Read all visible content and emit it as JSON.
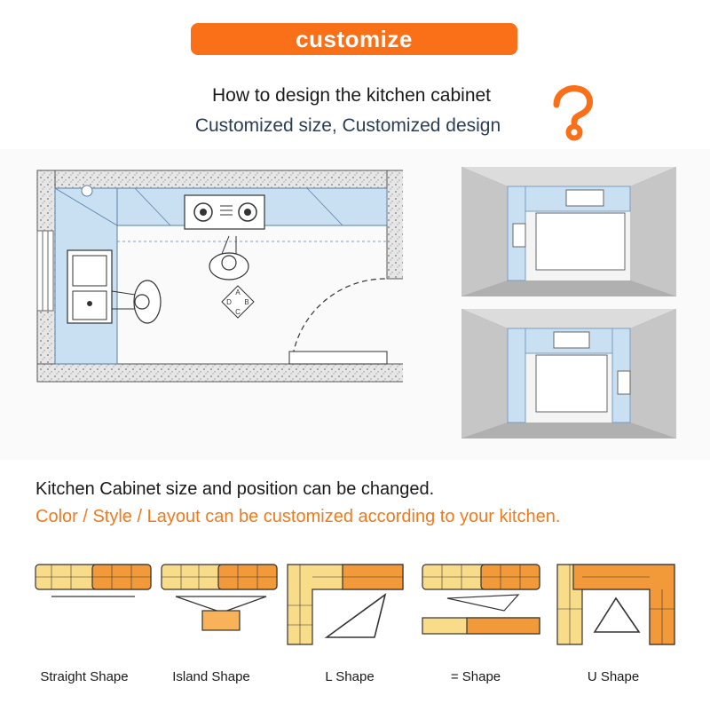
{
  "banner": {
    "label": "customize"
  },
  "heading": {
    "line1": "How to design the kitchen cabinet",
    "line2": "Customized size, Customized design"
  },
  "description": {
    "line1": "Kitchen Cabinet size and position can be changed.",
    "line2": "Color / Style / Layout can be customized according to your kitchen."
  },
  "shapes": [
    {
      "label": "Straight Shape"
    },
    {
      "label": "Island Shape"
    },
    {
      "label": "L Shape"
    },
    {
      "label": "= Shape"
    },
    {
      "label": "U Shape"
    }
  ],
  "plan_labels": {
    "a": "A",
    "b": "B",
    "c": "C",
    "d": "D"
  },
  "colors": {
    "accent": "#f97018",
    "cabinet_blue": "#c9e0f3",
    "cabinet_light": "#f9dc8a",
    "cabinet_dark": "#f29a3a",
    "wall_gray": "#cfcfcf",
    "text_dark": "#1a1a1a",
    "text_navy": "#2b3d58",
    "text_orange": "#f07a1c"
  },
  "icons": {
    "question": "question-mark-icon",
    "person": "person-icon",
    "stove": "stove-icon",
    "sink": "sink-icon",
    "compass": "compass-icon"
  }
}
